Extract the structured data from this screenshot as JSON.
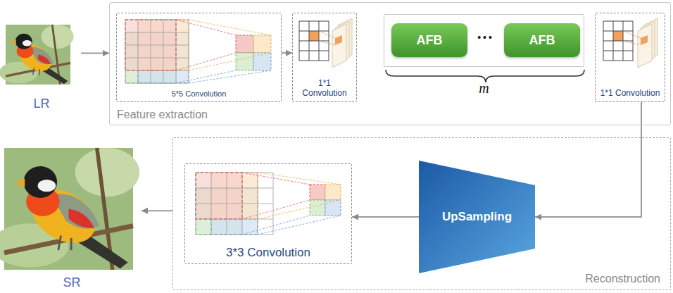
{
  "diagram": {
    "nodes": [
      {
        "text": [
          "LR"
        ]
      },
      {
        "text": [
          "Feature extraction"
        ]
      },
      {
        "text": [
          "5*5 Convolution"
        ],
        "in": 1
      },
      {
        "text": [
          "1*1 Convolution"
        ],
        "in": 1
      },
      {
        "text": [
          "m"
        ],
        "in": 1
      },
      {
        "text": [
          "AFB"
        ],
        "in": 4
      },
      {
        "text": [
          "AFB"
        ],
        "in": 4
      },
      {
        "text": [
          "1*1 Convolution"
        ],
        "in": 1
      },
      {
        "text": [
          "Reconstruction"
        ]
      },
      {
        "text": [
          "3*3 Convolution"
        ],
        "in": 8
      },
      {
        "text": [
          "UpSampling"
        ],
        "in": 8
      },
      {
        "text": [
          "SR"
        ]
      }
    ],
    "edges": [
      {
        "from": 0,
        "to": 1,
        "arrow": "to"
      },
      {
        "from": 2,
        "to": 3,
        "arrow": "to"
      },
      {
        "from": 7,
        "to": 10,
        "arrow": "to"
      },
      {
        "from": 10,
        "to": 9,
        "arrow": "to"
      },
      {
        "from": 8,
        "to": 11,
        "arrow": "to"
      }
    ],
    "labels": [
      "•••"
    ]
  }
}
